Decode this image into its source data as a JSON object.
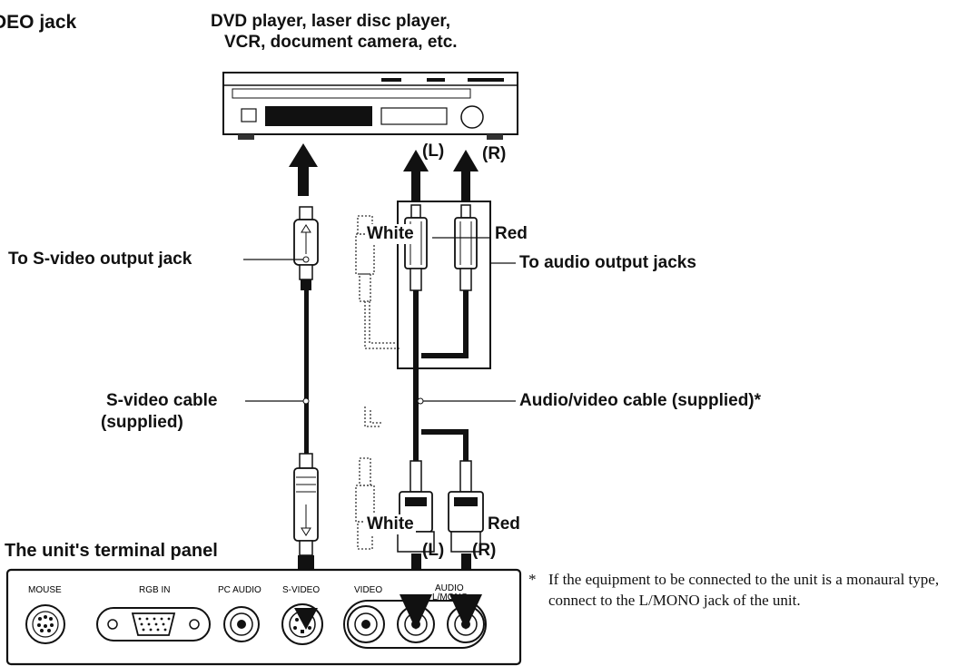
{
  "section_title": "DEO jack",
  "source_device": {
    "label_line1": "DVD player, laser disc player,",
    "label_line2": "VCR, document camera, etc."
  },
  "callouts": {
    "s_video_output": "To S-video output jack",
    "s_video_cable_line1": "S-video cable",
    "s_video_cable_line2": "(supplied)",
    "audio_output": "To audio output jacks",
    "av_cable": "Audio/video cable (supplied)*"
  },
  "plug_colors": {
    "top_white": "White",
    "top_red": "Red",
    "bottom_white": "White",
    "bottom_red": "Red"
  },
  "channels": {
    "top_left": "(L)",
    "top_right": "(R)",
    "bottom_left": "(L)",
    "bottom_right": "(R)"
  },
  "terminal_panel": {
    "title": "The unit's terminal panel",
    "jack_labels": [
      "MOUSE",
      "RGB IN",
      "PC AUDIO",
      "S-VIDEO",
      "VIDEO",
      "AUDIO",
      "L/MONO"
    ]
  },
  "footnote": {
    "marker": "*",
    "text": "If the equipment to be connected to the unit is a monaural type, connect to the L/MONO jack of the unit."
  }
}
